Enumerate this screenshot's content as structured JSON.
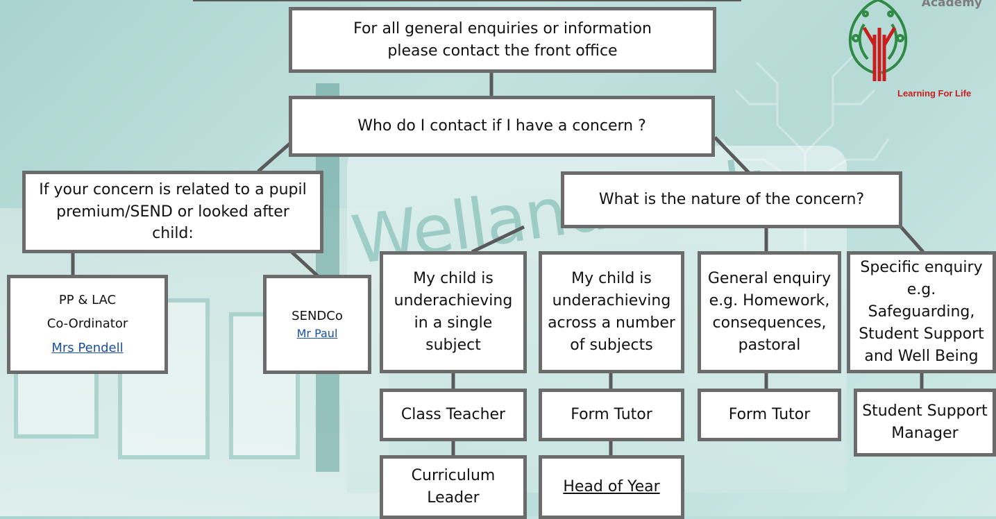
{
  "logo": {
    "name": "Academy",
    "tagline": "Learning For Life",
    "colors": {
      "leaf": "#2f8a45",
      "trunk": "#c81e1e"
    }
  },
  "background_sign_text": "Welland Park",
  "nodes": {
    "front_office": [
      "For all general enquiries or information",
      "please contact the front office"
    ],
    "concern": "Who do I contact if I have a concern ?",
    "pp_send": [
      "If your concern is related to a pupil",
      "premium/SEND or looked after",
      "child:"
    ],
    "nature": "What is the nature of the concern?",
    "pp_lac": {
      "line1": "PP & LAC",
      "line2": "Co-Ordinator",
      "contact": "Mrs Pendell"
    },
    "sendco": {
      "title": "SENDCo",
      "contact": "Mr Paul"
    },
    "single_subject": [
      "My child is",
      "underachieving",
      "in a single",
      "subject"
    ],
    "number_subjects": [
      "My child is",
      "underachieving",
      "across a number",
      "of subjects"
    ],
    "general": [
      "General enquiry",
      "e.g. Homework,",
      "consequences,",
      "pastoral"
    ],
    "specific": [
      "Specific enquiry",
      "e.g. Safeguarding,",
      "Student Support",
      "and Well Being"
    ],
    "class_teacher": "Class Teacher",
    "form_tutor_1": "Form Tutor",
    "form_tutor_2": "Form Tutor",
    "student_support": [
      "Student Support",
      "Manager"
    ],
    "curriculum_leader": [
      "Curriculum",
      "Leader"
    ],
    "head_of_year": "Head of Year"
  },
  "colors": {
    "box_border": "#6b6b6b",
    "connector": "#5a5a5a",
    "link": "#1a4fa0",
    "background": "#b6dad6"
  }
}
